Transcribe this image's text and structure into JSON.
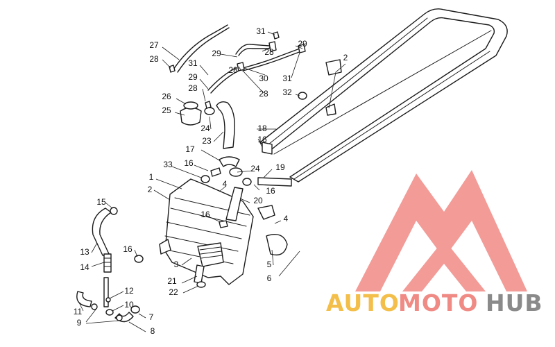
{
  "diagram": {
    "callouts": [
      "1",
      "2",
      "2",
      "3",
      "4",
      "4",
      "5",
      "6",
      "7",
      "8",
      "9",
      "10",
      "11",
      "12",
      "13",
      "14",
      "15",
      "16",
      "16",
      "16",
      "16",
      "16",
      "17",
      "18",
      "19",
      "20",
      "21",
      "22",
      "23",
      "24",
      "24",
      "25",
      "26",
      "27",
      "28",
      "28",
      "28",
      "28",
      "28",
      "29",
      "29",
      "29",
      "30",
      "31",
      "31",
      "31",
      "32",
      "33"
    ]
  },
  "watermark": {
    "text_auto": "AUTO",
    "text_moto": "MOTO",
    "text_hub": "HUB",
    "colors": {
      "auto": "#f3bf4a",
      "moto": "#ef8a84",
      "hub": "#8a8a8a",
      "logo": "#f08a86"
    }
  }
}
